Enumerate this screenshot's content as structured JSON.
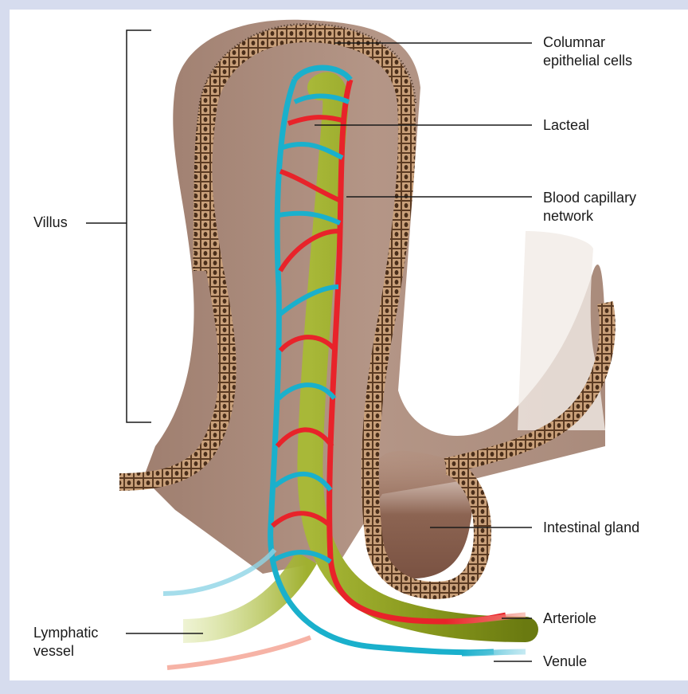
{
  "labels": {
    "columnar_line1": "Columnar",
    "columnar_line2": "epithelial cells",
    "lacteal": "Lacteal",
    "capillary_line1": "Blood capillary",
    "capillary_line2": "network",
    "villus": "Villus",
    "gland": "Intestinal gland",
    "lymphatic_line1": "Lymphatic",
    "lymphatic_line2": "vessel",
    "arteriole": "Arteriole",
    "venule": "Venule"
  },
  "colors": {
    "background": "#d6dcee",
    "panel": "#ffffff",
    "tissue": "#a08070",
    "epithelium": "#c9a07a",
    "lacteal": "#8a9a1e",
    "arterial": "#e8232a",
    "venous": "#1ab0cc"
  }
}
